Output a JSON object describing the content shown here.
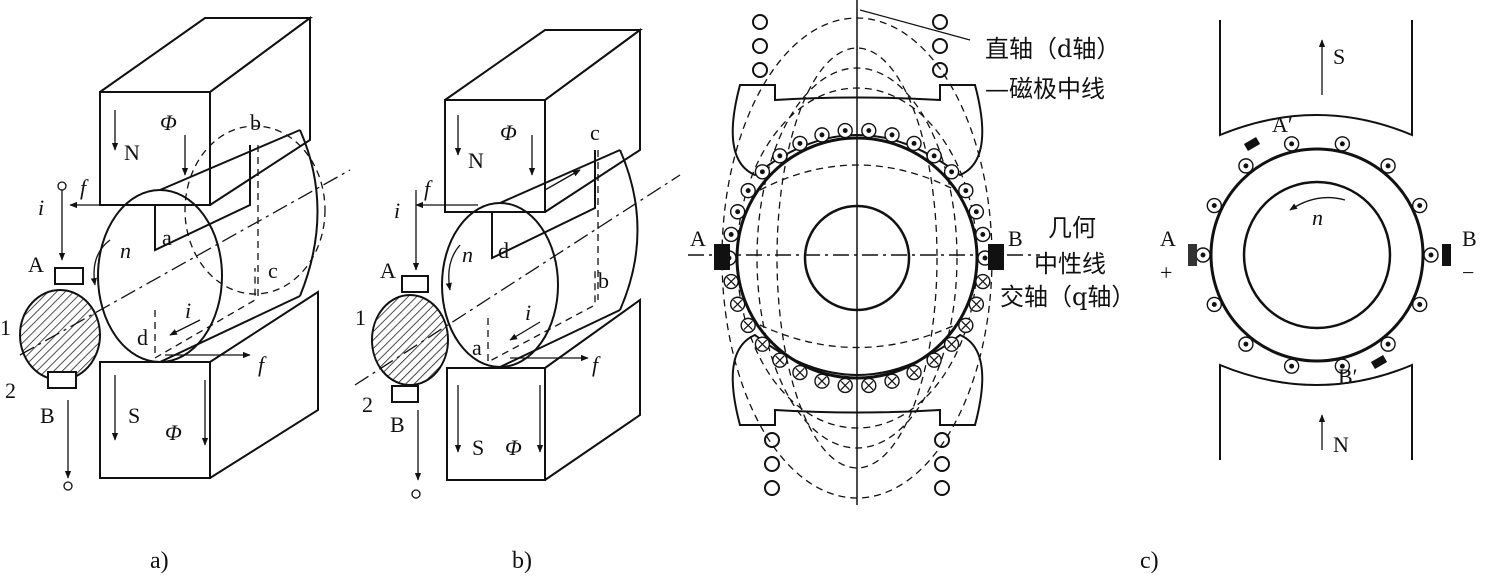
{
  "fig_a": {
    "caption": "a)",
    "labels": {
      "N": "N",
      "S": "S",
      "phi_top": "Φ",
      "phi_bot": "Φ",
      "b": "b",
      "a": "a",
      "c": "c",
      "d": "d",
      "n": "n",
      "i_top": "i",
      "i_mid": "i",
      "f_top": "f",
      "f_bot": "f",
      "A": "A",
      "B": "B",
      "one": "1",
      "two": "2"
    }
  },
  "fig_b": {
    "caption": "b)",
    "labels": {
      "N": "N",
      "S": "S",
      "phi_top": "Φ",
      "phi_bot": "Φ",
      "c": "c",
      "d": "d",
      "b": "b",
      "a": "a",
      "n": "n",
      "i_top": "i",
      "i_mid": "i",
      "f_top": "f",
      "f_bot": "f",
      "A": "A",
      "B": "B",
      "one": "1",
      "two": "2"
    }
  },
  "fig_c": {
    "caption": "c)",
    "left": {
      "d_axis": "直轴（d轴）",
      "pole_line": "—磁极中线",
      "geom1": "几何",
      "geom2": "中性线",
      "q_axis": "交轴（q轴）",
      "A": "A",
      "B": "B"
    },
    "right": {
      "S": "S",
      "N": "N",
      "A": "A",
      "B": "B",
      "A_prime": "A′",
      "B_prime": "B′",
      "n": "n",
      "plus": "+",
      "minus": "−"
    }
  },
  "colors": {
    "ink": "#111111",
    "background": "#ffffff"
  }
}
